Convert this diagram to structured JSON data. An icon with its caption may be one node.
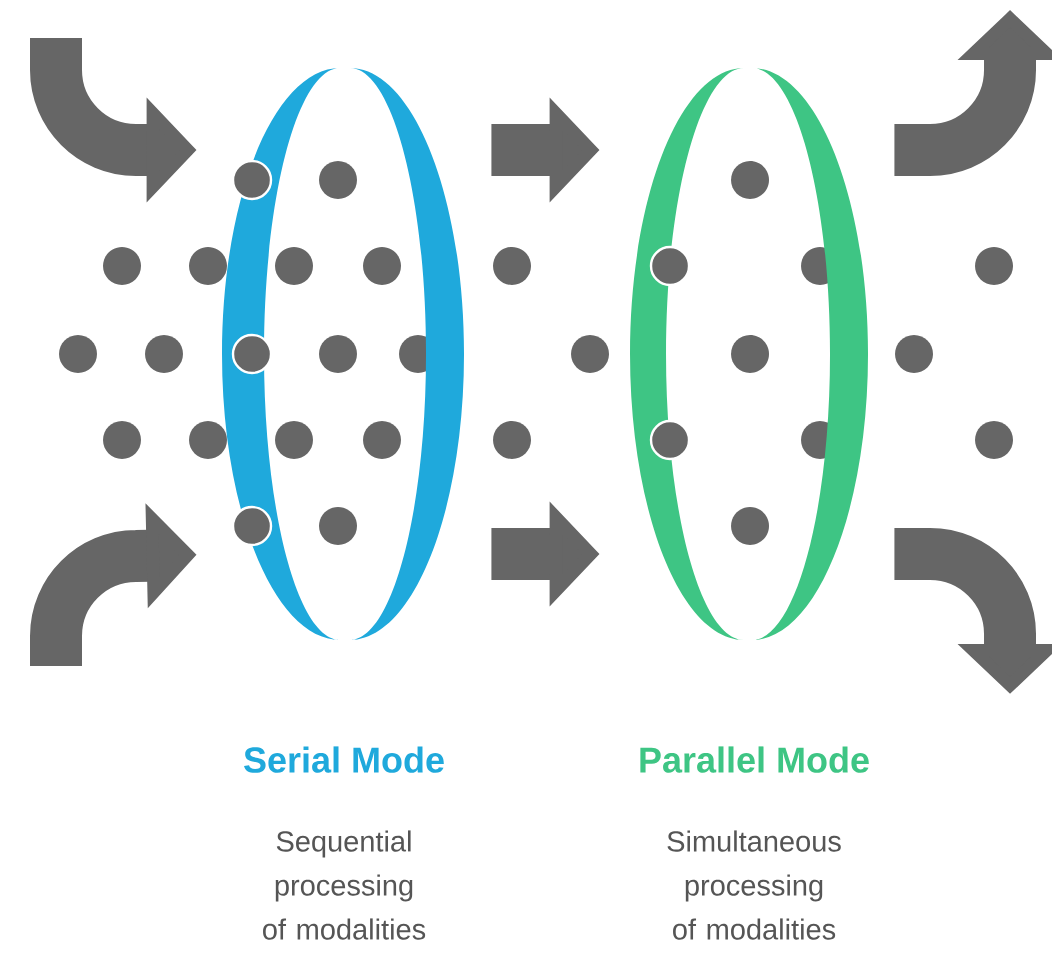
{
  "diagram": {
    "nodes": [
      {
        "text": [
          "Serial Mode",
          "Sequential processing of modalities"
        ]
      },
      {
        "text": [
          "Parallel Mode",
          "Simultaneous processing of modalities"
        ]
      }
    ],
    "edges": [
      {
        "from": null,
        "to": 0,
        "arrow": "to"
      },
      {
        "from": null,
        "to": 0,
        "arrow": "to"
      },
      {
        "from": 0,
        "to": 1,
        "arrow": "to"
      },
      {
        "from": 0,
        "to": 1,
        "arrow": "to"
      },
      {
        "from": 1,
        "to": null,
        "arrow": "to"
      },
      {
        "from": 1,
        "to": null,
        "arrow": "to"
      }
    ]
  }
}
